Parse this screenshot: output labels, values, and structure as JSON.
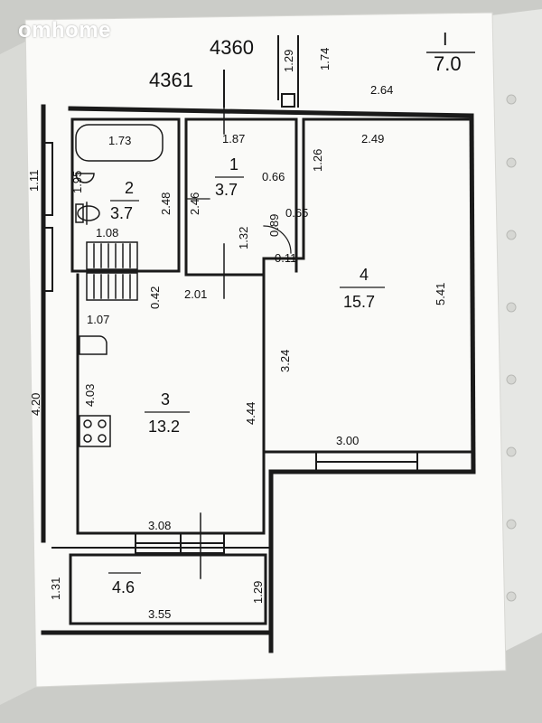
{
  "branding": {
    "logo_text": "omhome"
  },
  "colors": {
    "paper": "#fafaf8",
    "ink": "#1a1a1a",
    "backdrop": "#cfd0cc"
  },
  "header": {
    "ref_top": "4360",
    "ref_left": "4361",
    "fraction_top": "I",
    "fraction_bottom": "7.0"
  },
  "rooms": [
    {
      "number": "1",
      "area": "3.7"
    },
    {
      "number": "2",
      "area": "3.7"
    },
    {
      "number": "3",
      "area": "13.2"
    },
    {
      "number": "4",
      "area": "15.7"
    },
    {
      "number": "",
      "area": "4.6"
    }
  ],
  "dimensions": {
    "d_2_64": "2.64",
    "d_1_29_top": "1.29",
    "d_1_74": "1.74",
    "d_1_73": "1.73",
    "d_1_87": "1.87",
    "d_2_49": "2.49",
    "d_1_26": "1.26",
    "d_1_95": "1.95",
    "d_2_48": "2.48",
    "d_2_46": "2.46",
    "d_0_66": "0.66",
    "d_0_65": "0.65",
    "d_0_89": "0.89",
    "d_1_32": "1.32",
    "d_1_08": "1.08",
    "d_0_11": "0.11",
    "d_0_42": "0.42",
    "d_2_01": "2.01",
    "d_1_07": "1.07",
    "d_5_41": "5.41",
    "d_3_24": "3.24",
    "d_4_03": "4.03",
    "d_4_44": "4.44",
    "d_3_00": "3.00",
    "d_3_08": "3.08",
    "d_1_31": "1.31",
    "d_1_29_bottom": "1.29",
    "d_3_55": "3.55",
    "d_1_11": "1.11",
    "d_4_20": "4.20"
  }
}
